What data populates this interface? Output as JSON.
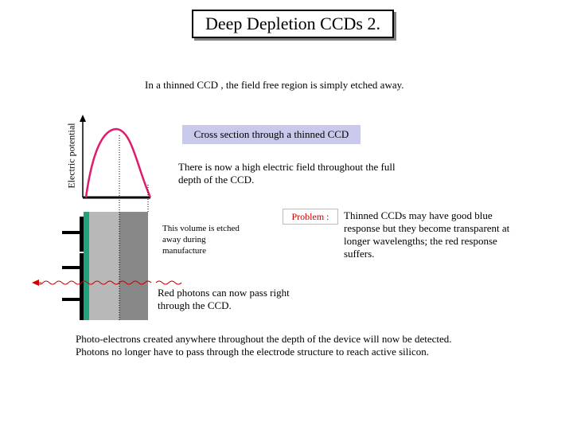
{
  "title": "Deep Depletion CCDs 2.",
  "intro": "In a thinned CCD , the field free region is simply etched away.",
  "y_axis_label": "Electric potential",
  "cross_section_label": "Cross section through a thinned CCD",
  "field_text": "There is now a high electric field throughout the full depth of the CCD.",
  "problem_label": "Problem :",
  "problem_text": "Thinned CCDs may have good blue response but they become transparent at longer wavelengths; the red response suffers.",
  "etched_label": "This volume is etched away during manufacture",
  "photons_label": "Red photons can now pass right through the CCD.",
  "bottom_text_1": "Photo-electrons created anywhere throughout the depth of the device will now be detected.",
  "bottom_text_2": "Photons no longer have to pass through the electrode structure to reach active silicon.",
  "colors": {
    "curve": "#e01a6e",
    "electrode": "#000000",
    "oxide": "#1fa37a",
    "silicon_light": "#b8b8b8",
    "silicon_dark": "#888888",
    "photon": "#cc0000",
    "cross_section_bg": "#c9c9ec"
  }
}
